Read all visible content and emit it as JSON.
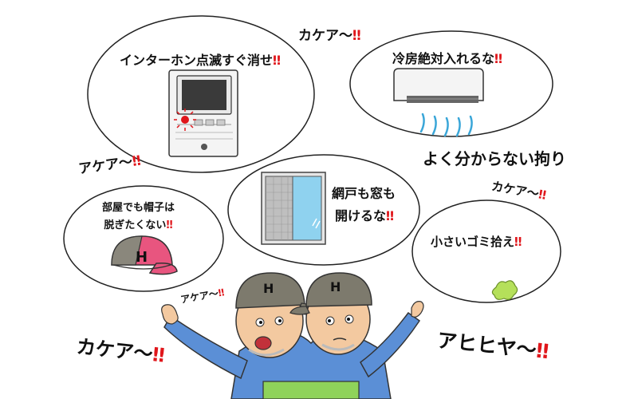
{
  "bubbles": {
    "intercom": {
      "text": "インターホン点滅すぐ消せ",
      "mark": "‼"
    },
    "aircon": {
      "text": "冷房絶対入れるな",
      "mark": "‼"
    },
    "screen": {
      "line1": "網戸も窓も",
      "line2": "開けるな",
      "mark": "‼"
    },
    "hat": {
      "line1": "部屋でも帽子は",
      "line2": "脱ぎたくない",
      "mark": "‼",
      "cap_letter": "H"
    },
    "trash": {
      "text": "小さいゴミ拾え",
      "mark": "‼"
    }
  },
  "shouts": {
    "top_kakea": {
      "text": "カケア〜",
      "mark": "‼"
    },
    "left_akea": {
      "text": "アケア〜",
      "mark": "‼"
    },
    "right_kakea": {
      "text": "カケア〜",
      "mark": "‼"
    },
    "small_akea": {
      "text": "アケア〜",
      "mark": "‼"
    },
    "bottom_kakea": {
      "text": "カケア〜",
      "mark": "‼"
    },
    "ahihiya": {
      "text": "アヒヒヤ〜",
      "mark": "‼"
    }
  },
  "caption": {
    "text": "よく分からない拘り"
  },
  "characters": {
    "cap_letter_left": "H",
    "cap_letter_right": "H"
  },
  "colors": {
    "accent_red": "#e0161b",
    "cap_pink": "#e8557f",
    "cap_gray": "#7d7a6d",
    "shirt_blue": "#5b8fd6",
    "trash_green": "#b5e05a",
    "skin": "#f3c9a0"
  }
}
